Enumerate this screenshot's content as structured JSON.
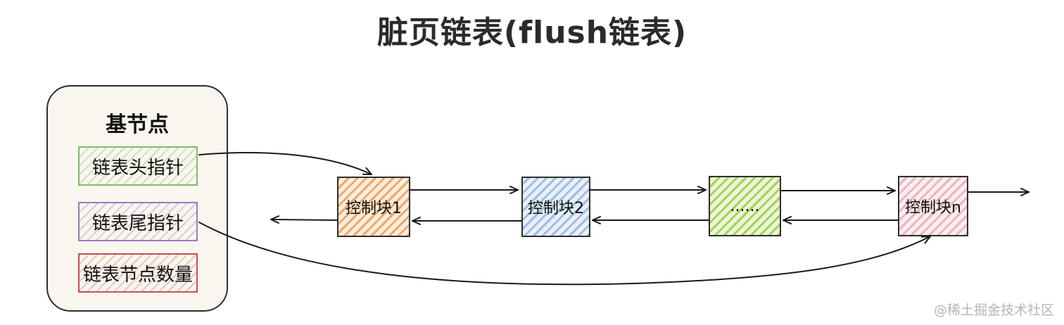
{
  "title": "脏页链表(flush链表)",
  "base_node": {
    "label": "基节点",
    "fields": {
      "head_pointer": "链表头指针",
      "tail_pointer": "链表尾指针",
      "node_count": "链表节点数量"
    }
  },
  "control_blocks": {
    "block_1": "控制块1",
    "block_2": "控制块2",
    "ellipsis": "......",
    "block_n": "控制块n"
  },
  "watermark": "@稀土掘金技术社区",
  "colors": {
    "base_node_fill": "#f8f6ee",
    "head_pointer": "#84b86a",
    "tail_pointer": "#9d7bb6",
    "node_count": "#b85555",
    "block_1": "#e28e3c",
    "block_2": "#82a5d2",
    "ellipsis": "#96c83c",
    "block_n": "#de96a5"
  }
}
